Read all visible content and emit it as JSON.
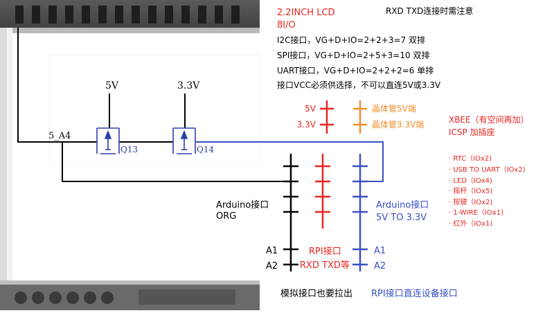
{
  "lcd": {
    "title": "2.2INCH LCD",
    "io": "8I/O"
  },
  "note_rxd": "RXD TXD连接时需注意",
  "interfaces": {
    "i2c": "I2C接口，VG+D+IO=2+2+3=7    双排",
    "spi": "SPI接口，VG+D+IO=2+5+3=10    双排",
    "uart": "UART接口，VG+D+IO=2+2+2=6    单排",
    "vcc": "接口VCC必须供选择，不可以直连5V或3.3V"
  },
  "power": {
    "v5": "5V",
    "v33": "3.3V",
    "tr5": "晶体管5V端",
    "tr33": "晶体管3.3V端"
  },
  "circuit": {
    "v5": "5V",
    "v33": "3.3V",
    "net": "5_A4",
    "q13": "Q13",
    "q14": "Q14"
  },
  "xbee": "XBEE（有空间再加）",
  "icsp": "ICSP 加插座",
  "io_list": [
    "· RTC（IOx2)",
    "· USB TO UART（IOx2)",
    "· LED（IOx4)",
    "· 摇杆（IOx5)",
    "· 按键（IOx2)",
    "· 1-WIRE（IOx1)",
    "· 红外（IOx1)"
  ],
  "arduino_org": {
    "line1": "Arduino接口",
    "line2": "ORG"
  },
  "arduino_conv": {
    "line1": "Arduino接口",
    "line2": "5V TO 3.3V"
  },
  "rpi": {
    "line1": "RPI接口",
    "line2": "RXD TXD等"
  },
  "pins": {
    "a1_left": "A1",
    "a2_left": "A2",
    "a1_right": "A1",
    "a2_right": "A2"
  },
  "bottom": {
    "analog": "模拟接口也要拉出",
    "rpi_direct": "RPI接口直连设备接口"
  },
  "colors": {
    "red": "#e52620",
    "orange": "#f28c28",
    "blue": "#3a4fc4",
    "black": "#000000"
  }
}
